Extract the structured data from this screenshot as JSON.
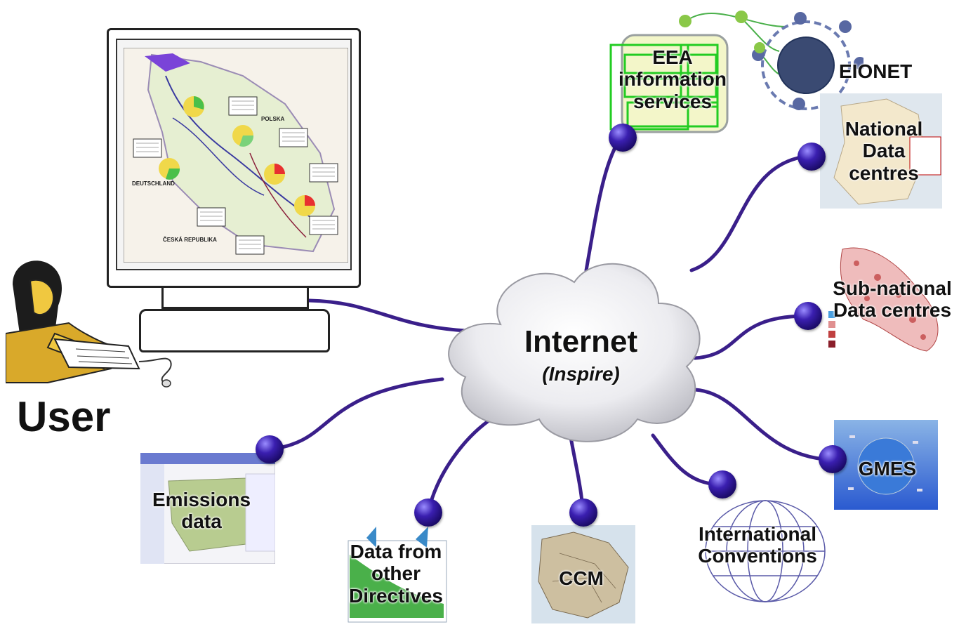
{
  "cloud": {
    "title": "Internet",
    "subtitle": "(Inspire)"
  },
  "user": {
    "label": "User"
  },
  "nodes": {
    "eea": "EEA information services",
    "eionet": "EIONET",
    "national": "National Data centres",
    "subnational": "Sub-national Data centres",
    "gmes": "GMES",
    "conventions": "International Conventions",
    "ccm": "CCM",
    "directives": "Data from other Directives",
    "emissions": "Emissions data"
  },
  "map": {
    "polska": "POLSKA",
    "deutschland": "DEUTSCHLAND",
    "ceska": "ČESKÁ REPUBLIKA"
  },
  "colors": {
    "link": "#3a1f8a",
    "node": "#2a1399",
    "cloud": "#e9e9ee"
  }
}
